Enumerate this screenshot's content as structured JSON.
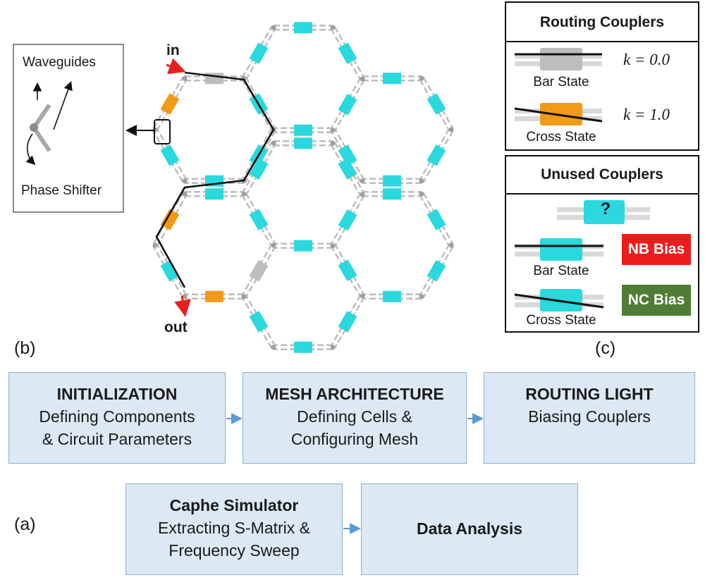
{
  "panel_labels": {
    "a": "(a)",
    "b": "(b)",
    "c": "(c)"
  },
  "mesh": {
    "in_label": "in",
    "out_label": "out",
    "inset_waveguides": "Waveguides",
    "inset_phase_shifter": "Phase Shifter"
  },
  "routing_couplers": {
    "title": "Routing Couplers",
    "bar_state": "Bar State",
    "cross_state": "Cross State",
    "bar_k": "k = 0.0",
    "cross_k": "k = 1.0"
  },
  "unused_couplers": {
    "title": "Unused Couplers",
    "unknown_mark": "?",
    "bar_state": "Bar State",
    "cross_state": "Cross State",
    "nb_bias": "NB Bias",
    "nc_bias": "NC Bias"
  },
  "flow": {
    "initialization": {
      "title": "INITIALIZATION",
      "line1": "Defining Components",
      "line2": "& Circuit Parameters"
    },
    "mesh_architecture": {
      "title": "MESH ARCHITECTURE",
      "line1": "Defining Cells &",
      "line2": "Configuring Mesh"
    },
    "routing_light": {
      "title": "ROUTING LIGHT",
      "line1": "Biasing Couplers"
    },
    "caphe": {
      "title": "Caphe Simulator",
      "line1": "Extracting S-Matrix &",
      "line2": "Frequency Sweep"
    },
    "data_analysis": {
      "title": "Data Analysis"
    }
  },
  "colors": {
    "coupler_unused": "#29d9de",
    "coupler_bar": "#bdbdbd",
    "coupler_cross": "#f29a16",
    "waveguide": "#bdbdbd",
    "route": "#111111",
    "arrow_red": "#e8201c",
    "nb_bias": "#ee1c1c",
    "nc_bias": "#4f7d35",
    "flow_fill": "#dce9f5",
    "flow_border": "#8fb0cf",
    "flow_arrow": "#5b9bd5"
  }
}
